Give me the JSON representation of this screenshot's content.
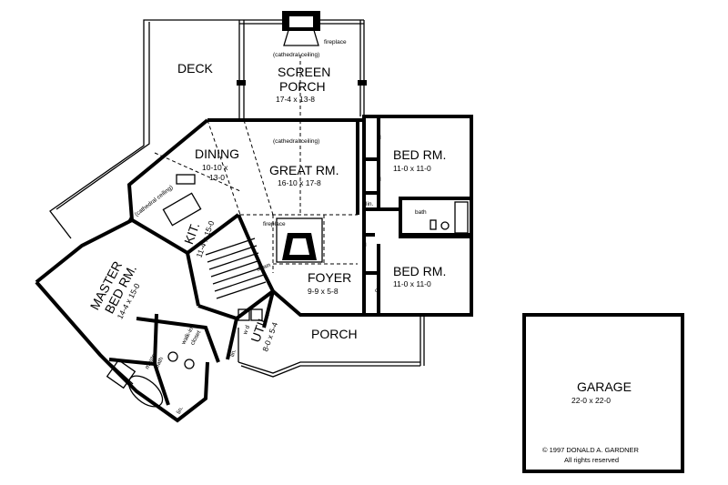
{
  "rooms": {
    "deck": {
      "name": "DECK"
    },
    "screen_porch": {
      "name_line1": "SCREEN",
      "name_line2": "PORCH",
      "dims": "17-4 x 13-8",
      "note": "(cathedral ceiling)",
      "fireplace": "fireplace"
    },
    "great_room": {
      "name": "GREAT RM.",
      "dims": "16-10 x 17-8",
      "note": "(cathedral ceiling)",
      "fireplace": "fireplace"
    },
    "dining": {
      "name": "DINING",
      "dims_line1": "10-10 x",
      "dims_line2": "13-0"
    },
    "kitchen": {
      "name": "KIT.",
      "dims": "11-4 x 15-0",
      "note": "(cathedral ceiling)"
    },
    "master_bed": {
      "name_line1": "MASTER",
      "name_line2": "BED RM.",
      "dims": "14-4 x 15-0"
    },
    "master_bath": {
      "name_line1": "master",
      "name_line2": "bath"
    },
    "walk_in_closet": {
      "name_line1": "walk-in",
      "name_line2": "closet"
    },
    "linen_master": {
      "name": "lin."
    },
    "foyer": {
      "name": "FOYER",
      "dims": "9-9 x 5-8"
    },
    "util": {
      "name": "UTIL.",
      "dims": "8-0 x 5-4",
      "wd": "w  d",
      "lin": "lin."
    },
    "porch": {
      "name": "PORCH"
    },
    "bed_rm_1": {
      "name": "BED RM.",
      "dims": "11-0 x 11-0"
    },
    "bed_rm_2": {
      "name": "BED RM.",
      "dims": "11-0 x 11-0"
    },
    "bath": {
      "name": "bath"
    },
    "linen_hall": {
      "name": "lin."
    },
    "closets": {
      "cl": "cl"
    },
    "stairs": {
      "down": "down"
    },
    "garage": {
      "name": "GARAGE",
      "dims": "22-0 x 22-0"
    }
  },
  "copyright": {
    "line1": "© 1997 DONALD A. GARDNER",
    "line2": "All rights reserved"
  }
}
